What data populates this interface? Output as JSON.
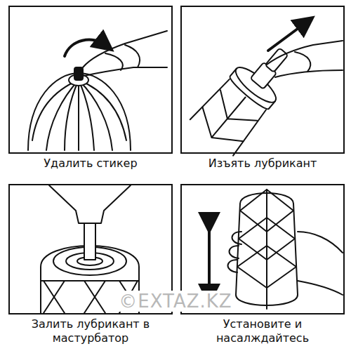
{
  "diagram": {
    "nodes": [
      {
        "text": [
          "Удалить стикер"
        ]
      },
      {
        "text": [
          "Изъять лубрикант"
        ]
      },
      {
        "text": [
          "Залить лубрикант в мастурбатор"
        ]
      },
      {
        "text": [
          "Установите и насалждайтесь"
        ]
      }
    ],
    "labels": [
      "©EXTAZ.KZ"
    ]
  }
}
